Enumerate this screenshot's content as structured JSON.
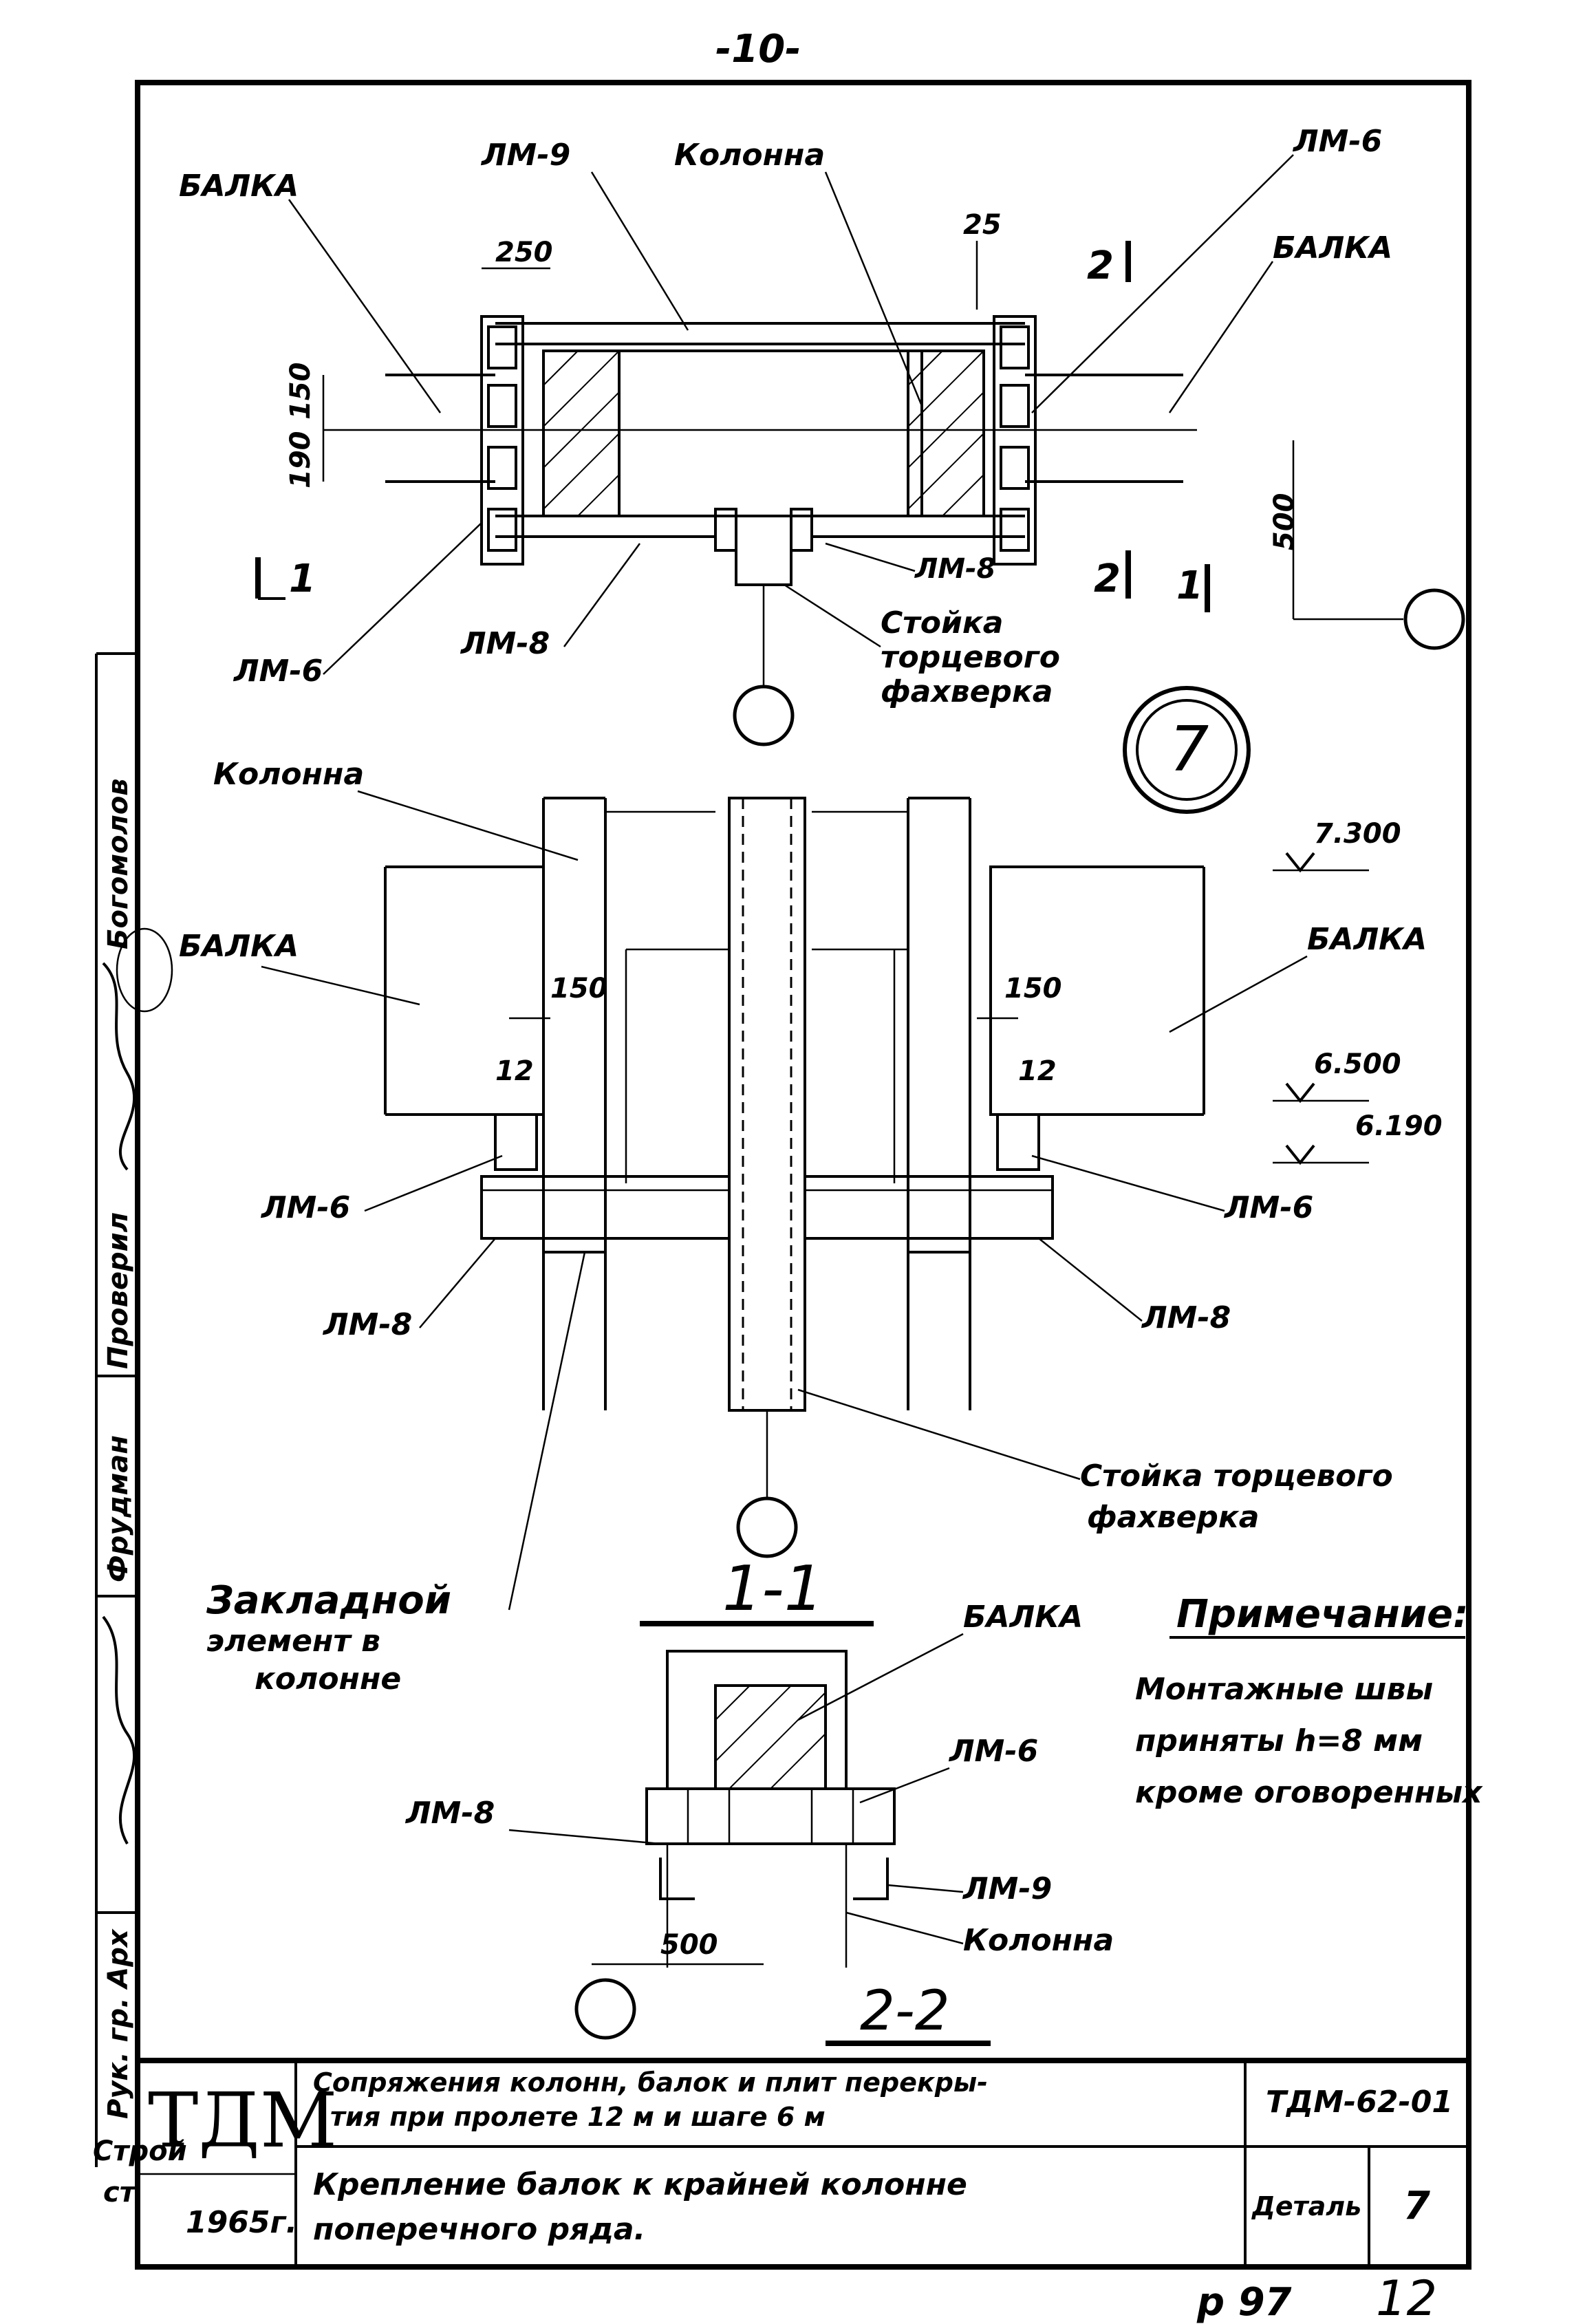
{
  "page_number": "-10-",
  "labels": {
    "balka": "БАЛКА",
    "lm9": "ЛМ-9",
    "kolonna": "Колонна",
    "lm6": "ЛМ-6",
    "lm8": "ЛМ-8",
    "stoika1": "Стойка",
    "stoika2": "торцевого",
    "stoika3": "фахверка",
    "stoika_line1": "Стойка торцевого",
    "stoika_line2": "фахверка",
    "zakladnoy1": "Закладной",
    "zakladnoy2": "элемент в",
    "zakladnoy3": "колонне",
    "detail_number": "7"
  },
  "dimensions": {
    "d250": "250",
    "d25": "25",
    "d150": "150",
    "d190": "190",
    "d500": "500",
    "d12": "12",
    "e7300": "7.300",
    "e6500": "6.500",
    "e6190": "6.190"
  },
  "sections": {
    "s1": "1",
    "s2": "2",
    "s11": "1-1",
    "s22": "2-2"
  },
  "note": {
    "title": "Примечание:",
    "line1": "Монтажные швы",
    "line2": "приняты h=8 мм",
    "line3": "кроме оговоренных"
  },
  "side_stamp": {
    "checked": "Проверил",
    "bogomolov": "Богомолов",
    "fridman": "Фрудман",
    "head": "Рук. гр. Арх",
    "stroy": "Строй",
    "st": "ст"
  },
  "title_block": {
    "org": "ТДМ",
    "year": "1965г.",
    "title_line1": "Сопряжения колонн, балок и плит перекры-",
    "title_line2": "тия при пролете 12 м и шаге 6 м",
    "subtitle_line1": "Крепление балок к крайней колонне",
    "subtitle_line2": "поперечного ряда.",
    "code": "ТДМ-62-01",
    "detail_label": "Деталь",
    "detail_value": "7"
  },
  "footer": {
    "page_ref": "р 97",
    "number": "12"
  }
}
